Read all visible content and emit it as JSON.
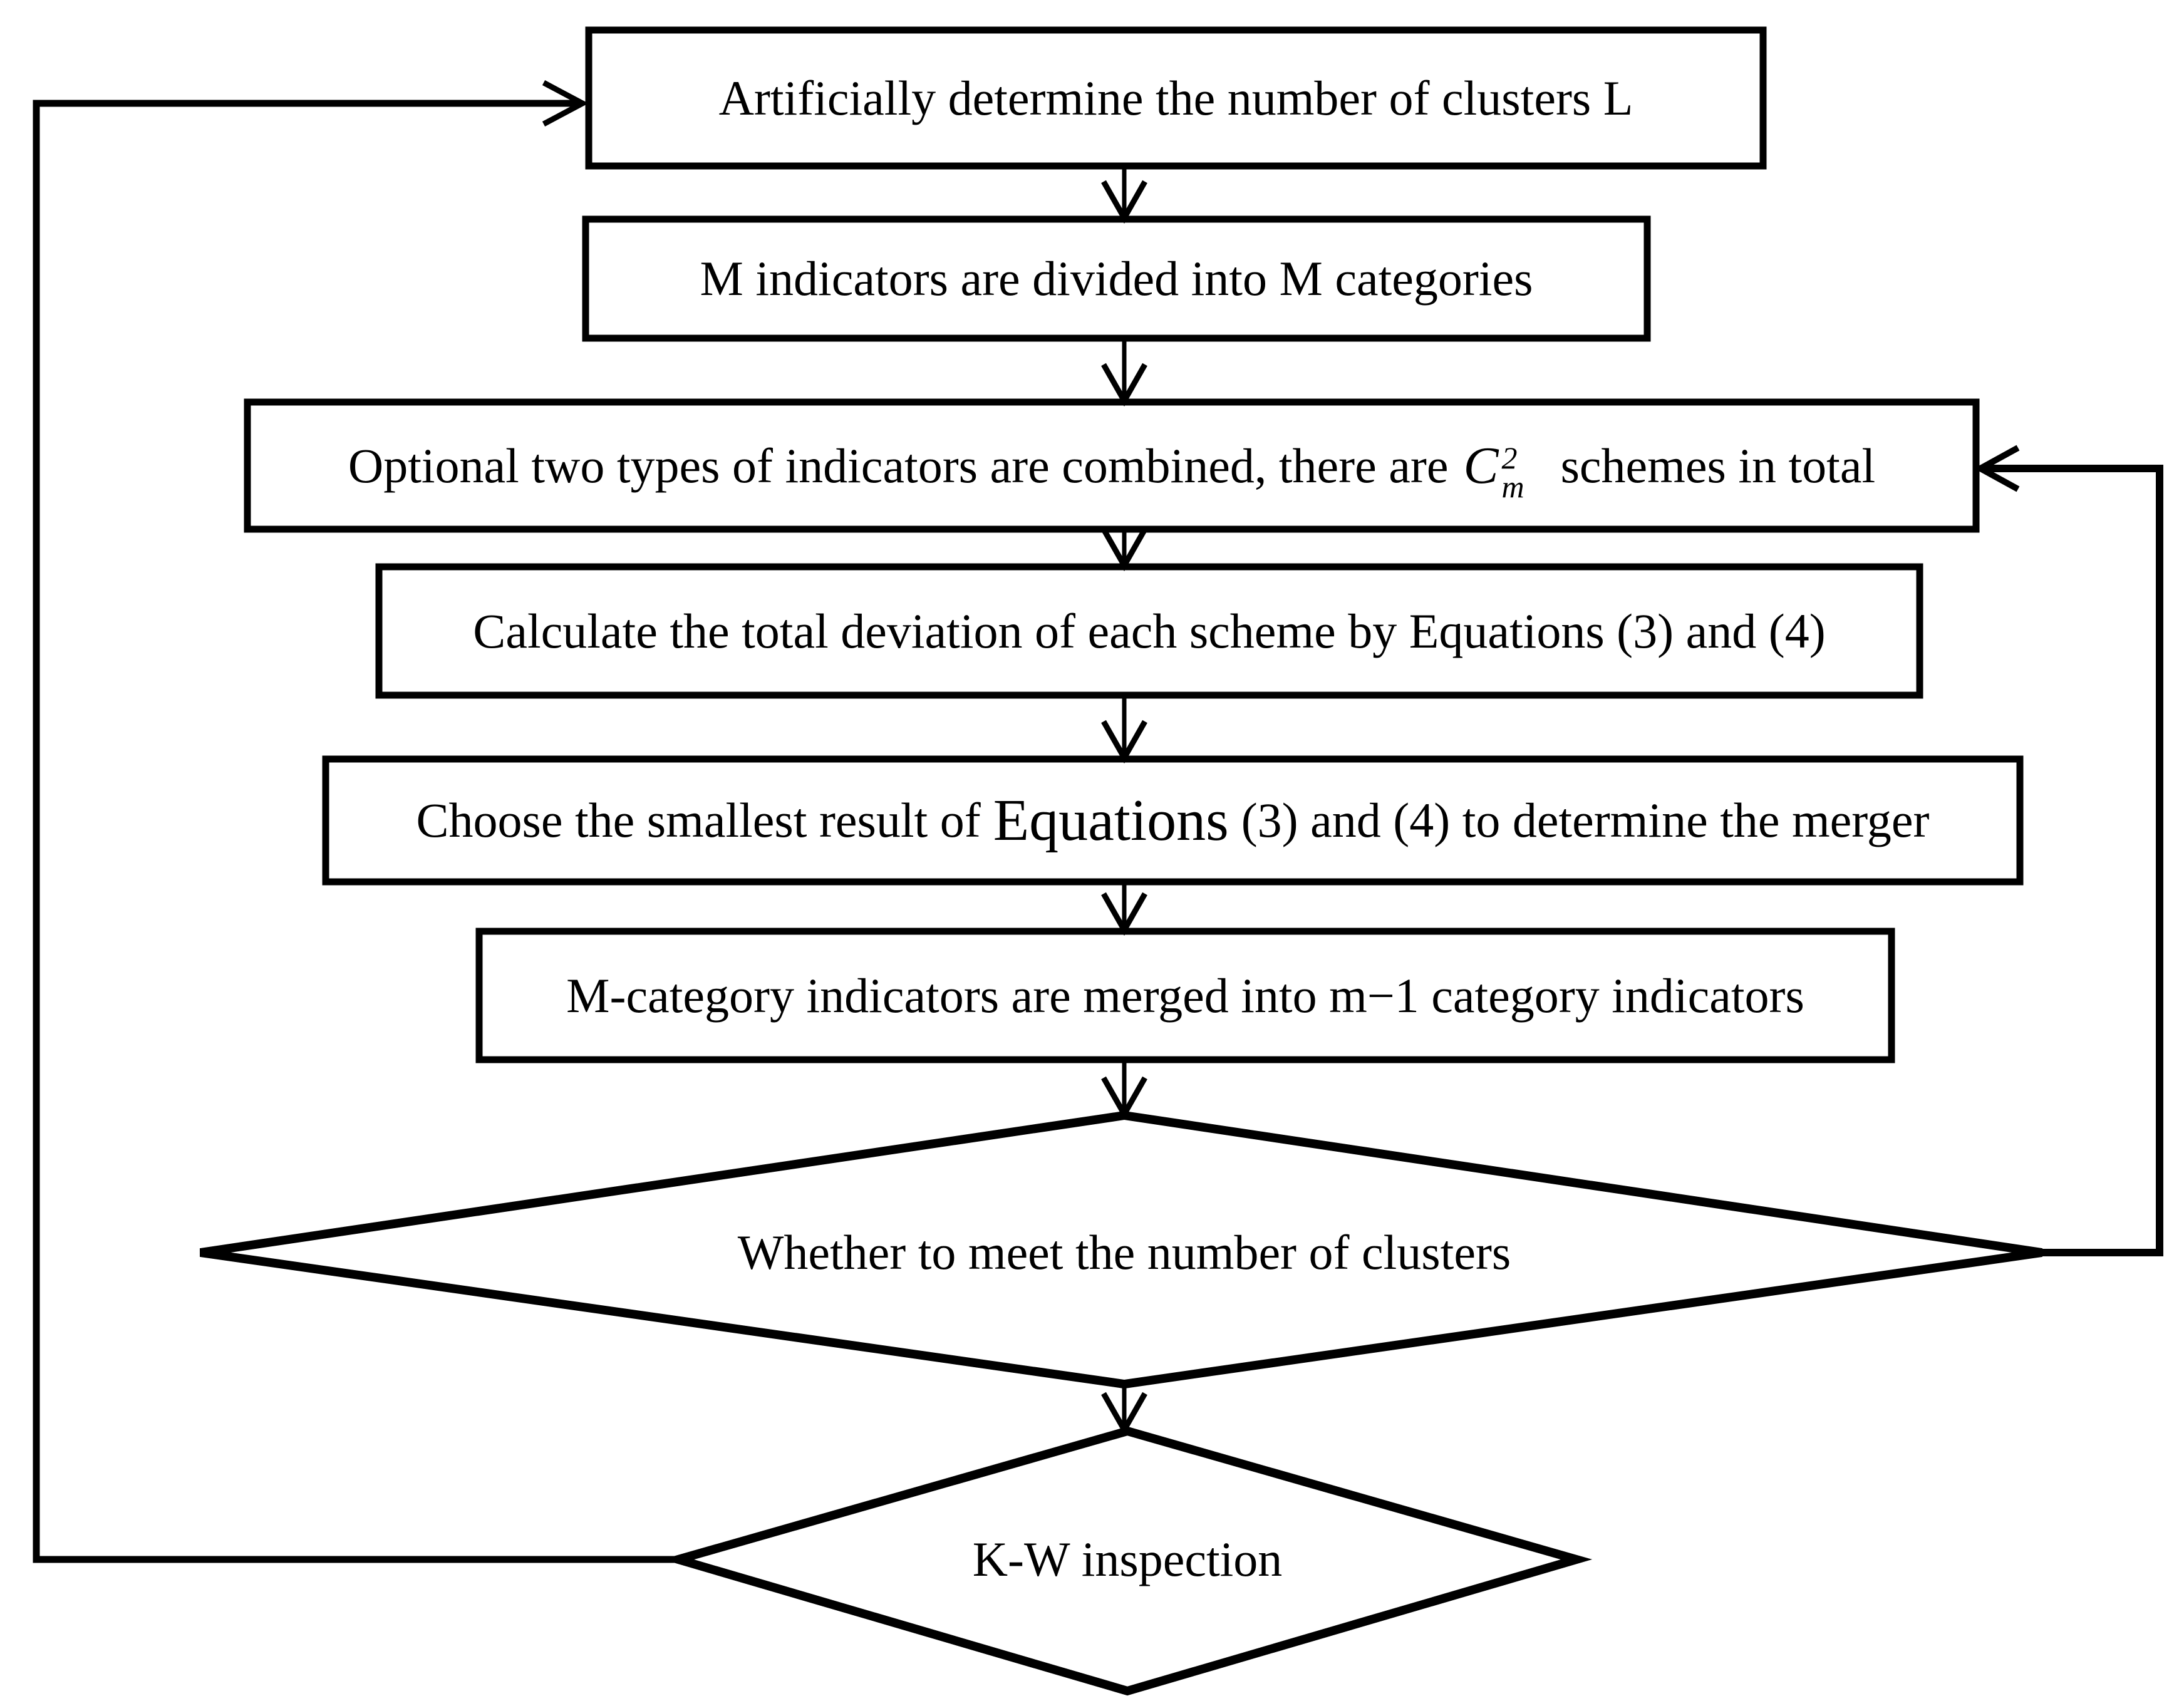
{
  "colors": {
    "background": "#ffffff",
    "line": "#000000"
  },
  "nodes": {
    "box1": {
      "label": "Artificially determine the number of clusters L"
    },
    "box2": {
      "label": "M indicators are divided into M categories"
    },
    "box3": {
      "label_before": "Optional two types of indicators are combined, there are",
      "formula_base": "C",
      "formula_sup": "2",
      "formula_sub": "m",
      "label_after": "schemes in total"
    },
    "box4": {
      "label": "Calculate the total deviation of each scheme by Equations (3) and (4)"
    },
    "box5": {
      "label_before": "Choose the smallest result of",
      "label_emphasis": "Equations",
      "label_after": "(3) and (4) to determine the merger"
    },
    "box6": {
      "label": "M-category indicators are merged into m−1 category indicators"
    },
    "decision1": {
      "label": "Whether to meet the number of clusters"
    },
    "decision2": {
      "label": "K-W inspection"
    }
  }
}
